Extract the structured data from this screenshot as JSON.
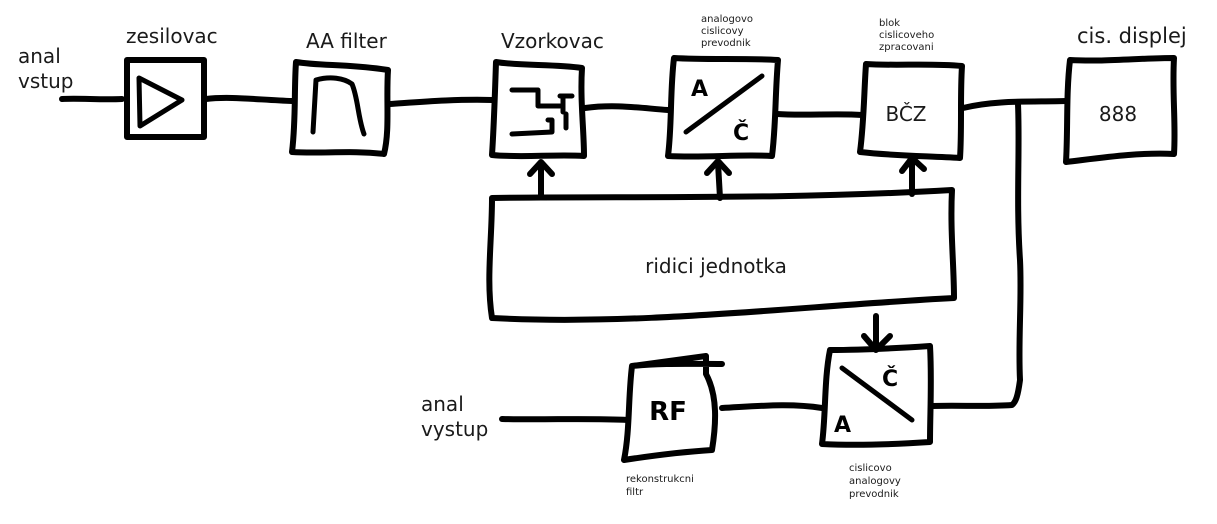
{
  "labels": {
    "analog_input": [
      "anal",
      "vstup"
    ],
    "analog_output": [
      "anal",
      "vystup"
    ],
    "amplifier": "zesilovac",
    "aa_filter": "AA filter",
    "sampler": "Vzorkovac",
    "adc": [
      "analogovo",
      "cislicovy",
      "prevodnik"
    ],
    "dsp_block": [
      "blok",
      "cislicoveho",
      "zpracovani"
    ],
    "dsp_block_inner": "BČZ",
    "display": "cis. displej",
    "display_value": "888",
    "control_unit": "ridici jednotka",
    "reconstruction_filter": [
      "rekonstrukcni",
      "filtr"
    ],
    "reconstruction_filter_inner": "RF",
    "dac": [
      "cislicovo",
      "analogovy",
      "prevodnik"
    ]
  }
}
